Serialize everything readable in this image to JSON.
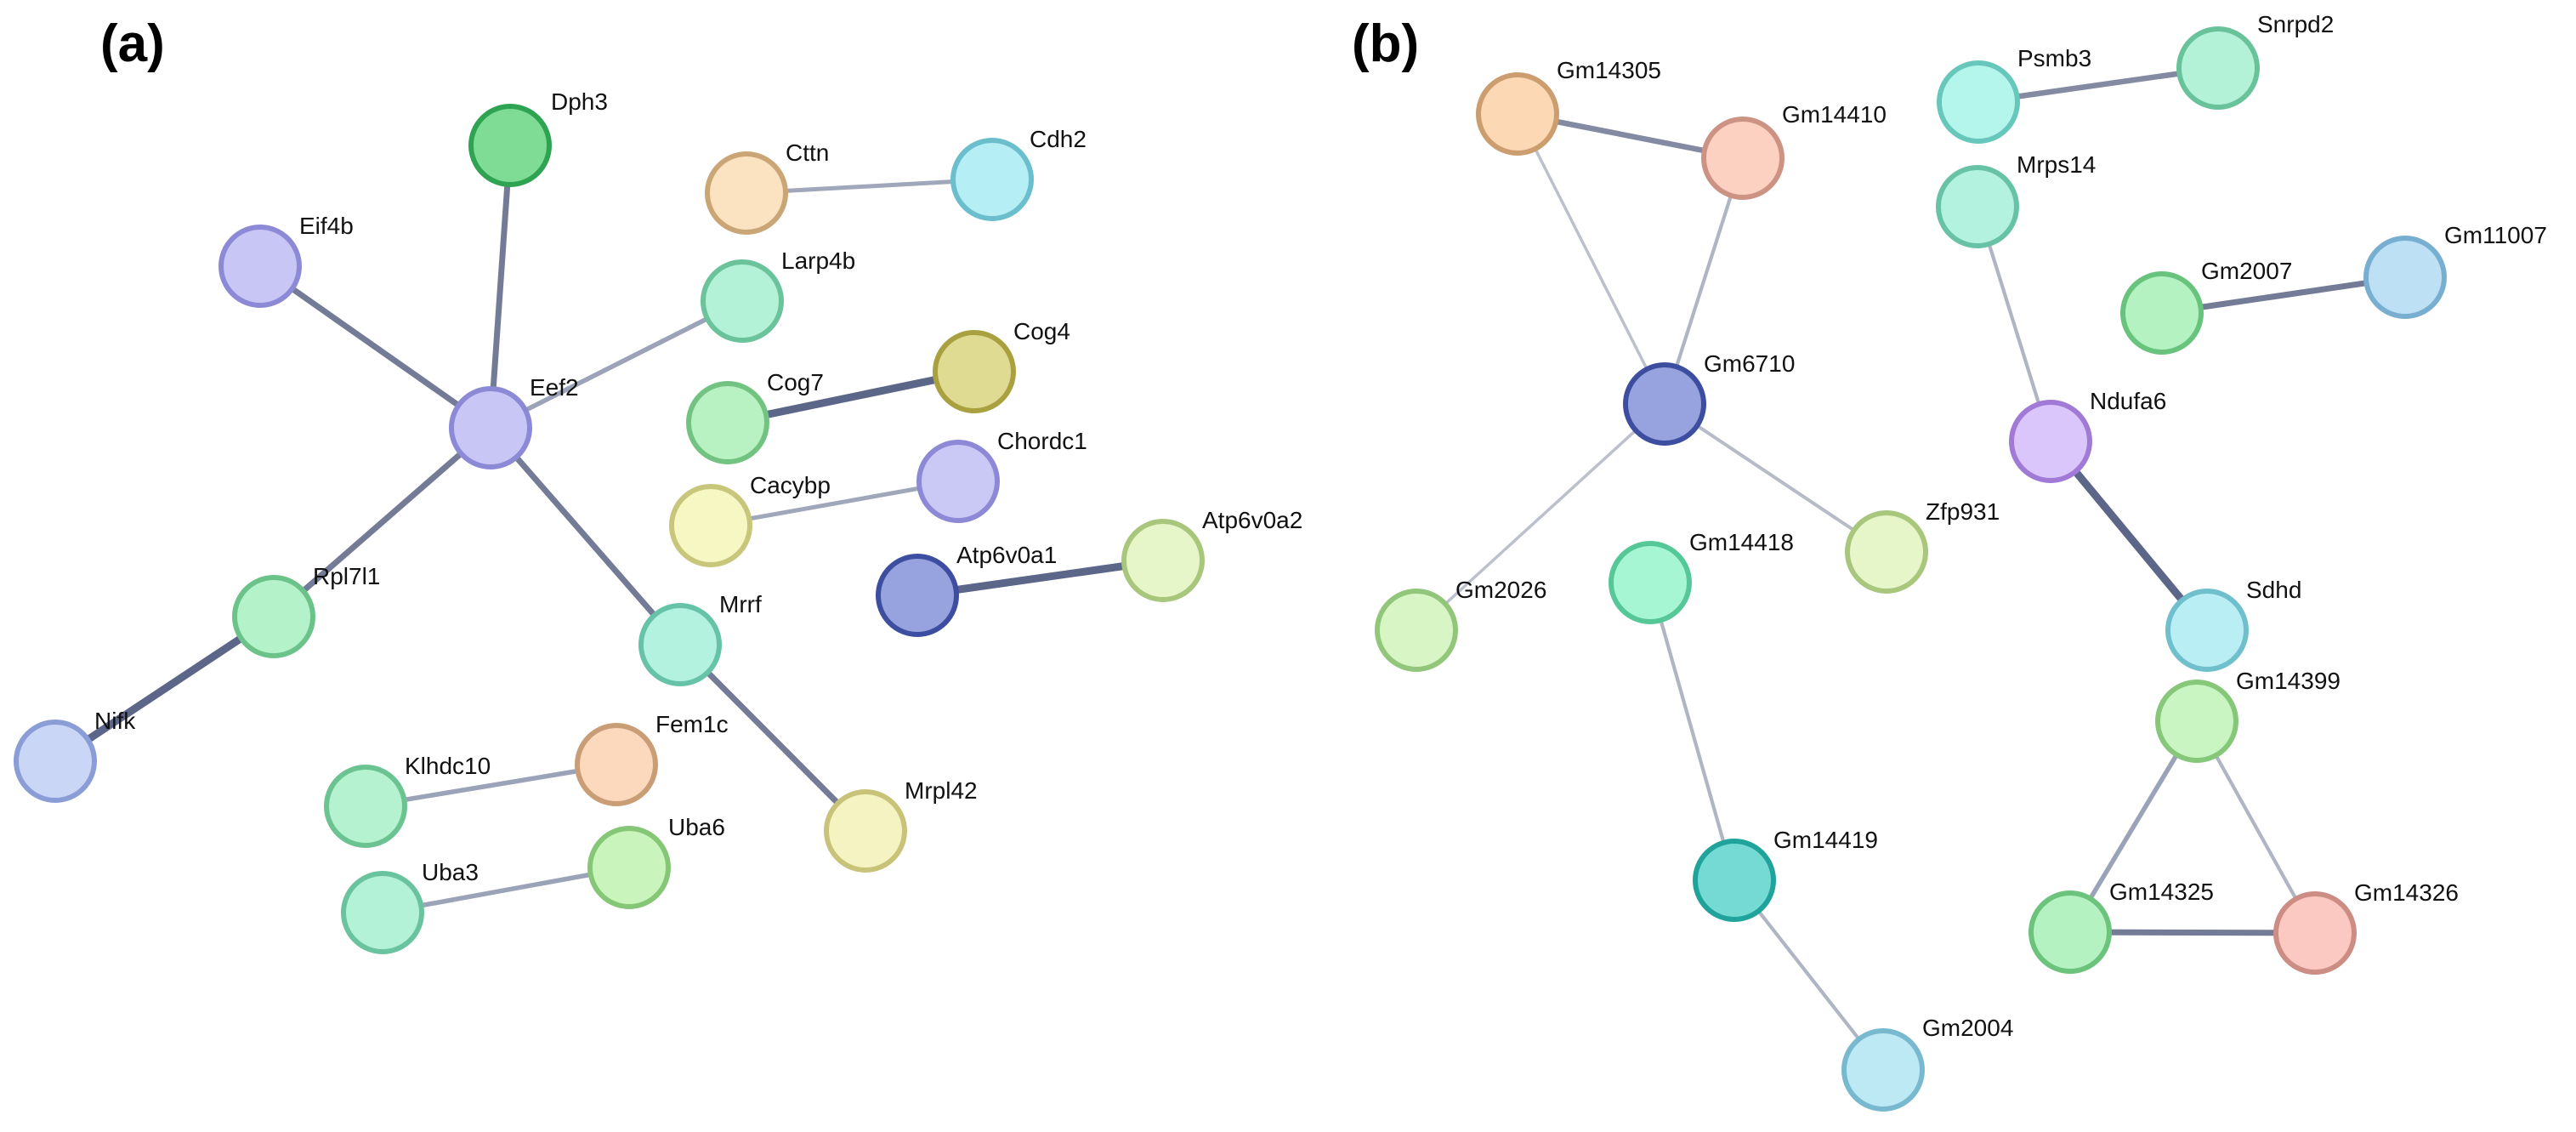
{
  "panels": [
    {
      "label": "(a)"
    },
    {
      "label": "(b)"
    }
  ],
  "nodes": [
    {
      "id": "Dph3",
      "label": "Dph3",
      "fill": "#7fdc95",
      "stroke": "#2ea352"
    },
    {
      "id": "Eif4b",
      "label": "Eif4b",
      "fill": "#c7c6f5",
      "stroke": "#8c89d6"
    },
    {
      "id": "Eef2",
      "label": "Eef2",
      "fill": "#c7c6f5",
      "stroke": "#8c89d6"
    },
    {
      "id": "Cttn",
      "label": "Cttn",
      "fill": "#fbe3c2",
      "stroke": "#caa676"
    },
    {
      "id": "Cdh2",
      "label": "Cdh2",
      "fill": "#b5eef5",
      "stroke": "#6bbfcc"
    },
    {
      "id": "Larp4b",
      "label": "Larp4b",
      "fill": "#b4f2d8",
      "stroke": "#6ac39a"
    },
    {
      "id": "Cog4",
      "label": "Cog4",
      "fill": "#e0db93",
      "stroke": "#a9a140"
    },
    {
      "id": "Cog7",
      "label": "Cog7",
      "fill": "#b9f2c2",
      "stroke": "#72c382"
    },
    {
      "id": "Chordc1",
      "label": "Chordc1",
      "fill": "#cac8f5",
      "stroke": "#8d89d6"
    },
    {
      "id": "Cacybp",
      "label": "Cacybp",
      "fill": "#f6f7c2",
      "stroke": "#c7c67a"
    },
    {
      "id": "Atp6v0a2",
      "label": "Atp6v0a2",
      "fill": "#e6f6c9",
      "stroke": "#a8c77d"
    },
    {
      "id": "Atp6v0a1",
      "label": "Atp6v0a1",
      "fill": "#97a3de",
      "stroke": "#3d4ea0"
    },
    {
      "id": "Rpl7l1",
      "label": "Rpl7l1",
      "fill": "#b4f2c9",
      "stroke": "#6cc389"
    },
    {
      "id": "Mrrf",
      "label": "Mrrf",
      "fill": "#b4f2e0",
      "stroke": "#66c3a8"
    },
    {
      "id": "Nifk",
      "label": "Nifk",
      "fill": "#c9d6f6",
      "stroke": "#8a9dd6"
    },
    {
      "id": "Fem1c",
      "label": "Fem1c",
      "fill": "#fcd8bd",
      "stroke": "#c99e77"
    },
    {
      "id": "Klhdc10",
      "label": "Klhdc10",
      "fill": "#b4f2d0",
      "stroke": "#6ac390"
    },
    {
      "id": "Mrpl42",
      "label": "Mrpl42",
      "fill": "#f6f3c2",
      "stroke": "#c9c37a"
    },
    {
      "id": "Uba6",
      "label": "Uba6",
      "fill": "#c9f5bd",
      "stroke": "#86c777"
    },
    {
      "id": "Uba3",
      "label": "Uba3",
      "fill": "#b4f2d8",
      "stroke": "#6ac39f"
    },
    {
      "id": "Gm14305",
      "label": "Gm14305",
      "fill": "#fcd8b5",
      "stroke": "#cc9d6e"
    },
    {
      "id": "Gm14410",
      "label": "Gm14410",
      "fill": "#fcd1c2",
      "stroke": "#cc9384"
    },
    {
      "id": "Gm6710",
      "label": "Gm6710",
      "fill": "#97a3de",
      "stroke": "#3d4ea0"
    },
    {
      "id": "Zfp931",
      "label": "Zfp931",
      "fill": "#e6f6c9",
      "stroke": "#a8c77d"
    },
    {
      "id": "Gm2026",
      "label": "Gm2026",
      "fill": "#d8f5c6",
      "stroke": "#92c77b"
    },
    {
      "id": "Gm14418",
      "label": "Gm14418",
      "fill": "#a6f5d3",
      "stroke": "#56c797"
    },
    {
      "id": "Gm14419",
      "label": "Gm14419",
      "fill": "#75dad4",
      "stroke": "#1fa39b"
    },
    {
      "id": "Gm2004",
      "label": "Gm2004",
      "fill": "#bde9f5",
      "stroke": "#78b9cf"
    },
    {
      "id": "Psmb3",
      "label": "Psmb3",
      "fill": "#b4f5ec",
      "stroke": "#68c7bb"
    },
    {
      "id": "Snrpd2",
      "label": "Snrpd2",
      "fill": "#b4f2d8",
      "stroke": "#68c39a"
    },
    {
      "id": "Mrps14",
      "label": "Mrps14",
      "fill": "#b4f2e0",
      "stroke": "#68c3a6"
    },
    {
      "id": "Gm2007",
      "label": "Gm2007",
      "fill": "#b4f2c2",
      "stroke": "#68c37c"
    },
    {
      "id": "Gm11007",
      "label": "Gm11007",
      "fill": "#bde0f5",
      "stroke": "#78aed0"
    },
    {
      "id": "Ndufa6",
      "label": "Ndufa6",
      "fill": "#dac6fa",
      "stroke": "#a07ad6"
    },
    {
      "id": "Sdhd",
      "label": "Sdhd",
      "fill": "#b9eef5",
      "stroke": "#6fbfcc"
    },
    {
      "id": "Gm14399",
      "label": "Gm14399",
      "fill": "#c9f5c2",
      "stroke": "#86c77a"
    },
    {
      "id": "Gm14325",
      "label": "Gm14325",
      "fill": "#b4f2c2",
      "stroke": "#6cc37c"
    },
    {
      "id": "Gm14326",
      "label": "Gm14326",
      "fill": "#fcc9c2",
      "stroke": "#cc8d84"
    }
  ],
  "edges": [
    {
      "source": "Eef2",
      "target": "Dph3",
      "color": "#737b96"
    },
    {
      "source": "Eef2",
      "target": "Eif4b",
      "color": "#737b96"
    },
    {
      "source": "Eef2",
      "target": "Larp4b",
      "color": "#9ba3b8"
    },
    {
      "source": "Eef2",
      "target": "Rpl7l1",
      "color": "#737b96"
    },
    {
      "source": "Eef2",
      "target": "Mrrf",
      "color": "#737b96"
    },
    {
      "source": "Cttn",
      "target": "Cdh2",
      "color": "#a0a7ba"
    },
    {
      "source": "Cog7",
      "target": "Cog4",
      "color": "#5c6688"
    },
    {
      "source": "Cacybp",
      "target": "Chordc1",
      "color": "#a0a7ba"
    },
    {
      "source": "Atp6v0a1",
      "target": "Atp6v0a2",
      "color": "#5c6688"
    },
    {
      "source": "Rpl7l1",
      "target": "Nifk",
      "color": "#5c6688"
    },
    {
      "source": "Mrrf",
      "target": "Mrpl42",
      "color": "#737b96"
    },
    {
      "source": "Klhdc10",
      "target": "Fem1c",
      "color": "#9ba3b8"
    },
    {
      "source": "Uba3",
      "target": "Uba6",
      "color": "#9ba3b8"
    },
    {
      "source": "Gm14305",
      "target": "Gm14410",
      "color": "#838aa2"
    },
    {
      "source": "Gm14305",
      "target": "Gm6710",
      "color": "#bcc0cc"
    },
    {
      "source": "Gm14410",
      "target": "Gm6710",
      "color": "#b0b5c4"
    },
    {
      "source": "Gm6710",
      "target": "Zfp931",
      "color": "#b7bbc8"
    },
    {
      "source": "Gm6710",
      "target": "Gm2026",
      "color": "#bcc0cc"
    },
    {
      "source": "Gm14418",
      "target": "Gm14419",
      "color": "#b0b5c4"
    },
    {
      "source": "Gm14419",
      "target": "Gm2004",
      "color": "#b0b5c4"
    },
    {
      "source": "Psmb3",
      "target": "Snrpd2",
      "color": "#838aa2"
    },
    {
      "source": "Mrps14",
      "target": "Ndufa6",
      "color": "#b0b5c4"
    },
    {
      "source": "Gm2007",
      "target": "Gm11007",
      "color": "#737b96"
    },
    {
      "source": "Ndufa6",
      "target": "Sdhd",
      "color": "#5c6688"
    },
    {
      "source": "Gm14399",
      "target": "Gm14325",
      "color": "#9ba3b8"
    },
    {
      "source": "Gm14399",
      "target": "Gm14326",
      "color": "#b0b5c4"
    },
    {
      "source": "Gm14325",
      "target": "Gm14326",
      "color": "#737b96"
    }
  ]
}
